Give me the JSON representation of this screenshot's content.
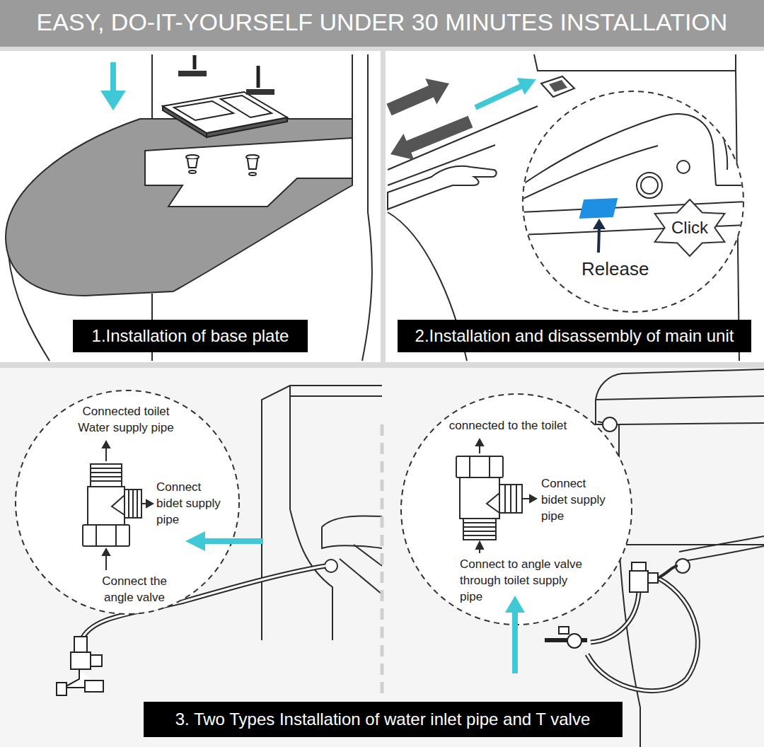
{
  "diagram": {
    "title": "EASY, DO-IT-YOURSELF UNDER 30 MINUTES INSTALLATION",
    "nodes": [
      {
        "text": [
          "1.Installation of base plate"
        ]
      },
      {
        "text": [
          "Release"
        ]
      },
      {
        "text": [
          "Click"
        ],
        "in": 1
      },
      {
        "text": [
          "2.Installation and disassembly of main unit"
        ]
      },
      {
        "text": [
          "Connected toilet Water supply pipe",
          "Connect bidet supply pipe",
          "Connect the angle valve"
        ]
      },
      {
        "text": [
          "connected to the toilet",
          "Connect bidet supply pipe",
          "Connect to angle valve through toilet supply pipe"
        ]
      },
      {
        "text": [
          "3. Two Types Installation of water inlet pipe and T valve"
        ]
      }
    ]
  }
}
